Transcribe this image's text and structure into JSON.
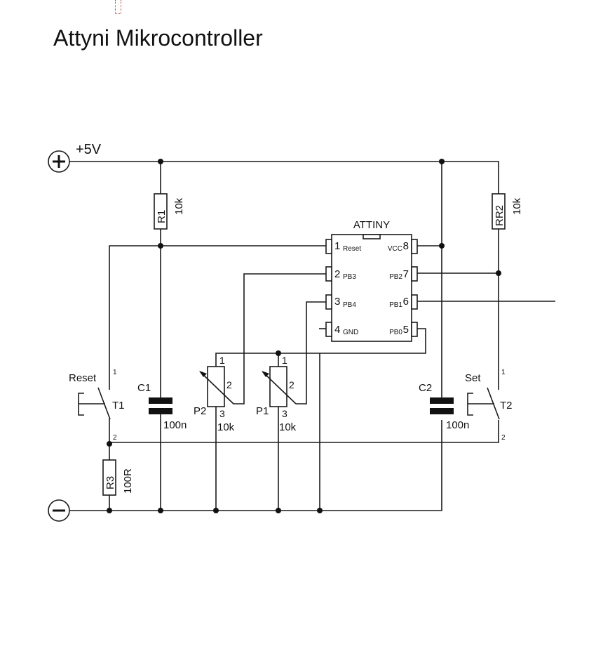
{
  "title": "Attyni Mikrocontroller",
  "supply": {
    "positive_label": "+5V",
    "positive_icon": "plus-terminal-icon",
    "negative_icon": "minus-terminal-icon"
  },
  "ic": {
    "name": "ATTINY",
    "pins": [
      {
        "num": "1",
        "name": "Reset"
      },
      {
        "num": "2",
        "name": "PB3"
      },
      {
        "num": "3",
        "name": "PB4"
      },
      {
        "num": "4",
        "name": "GND"
      },
      {
        "num": "5",
        "name": "PB0"
      },
      {
        "num": "6",
        "name": "PB1"
      },
      {
        "num": "7",
        "name": "PB2"
      },
      {
        "num": "8",
        "name": "VCC"
      }
    ]
  },
  "resistors": [
    {
      "ref": "R1",
      "value": "10k"
    },
    {
      "ref": "RR2",
      "value": "10k"
    },
    {
      "ref": "R3",
      "value": "100R"
    }
  ],
  "capacitors": [
    {
      "ref": "C1",
      "value": "100n"
    },
    {
      "ref": "C2",
      "value": "100n"
    }
  ],
  "potentiometers": [
    {
      "ref": "P2",
      "value": "10k",
      "pin1": "1",
      "pin2": "2",
      "pin3": "3"
    },
    {
      "ref": "P1",
      "value": "10k",
      "pin1": "1",
      "pin2": "2",
      "pin3": "3"
    }
  ],
  "switches": [
    {
      "ref": "T1",
      "label": "Reset",
      "pin1": "1",
      "pin2": "2"
    },
    {
      "ref": "T2",
      "label": "Set",
      "pin1": "1",
      "pin2": "2"
    }
  ]
}
